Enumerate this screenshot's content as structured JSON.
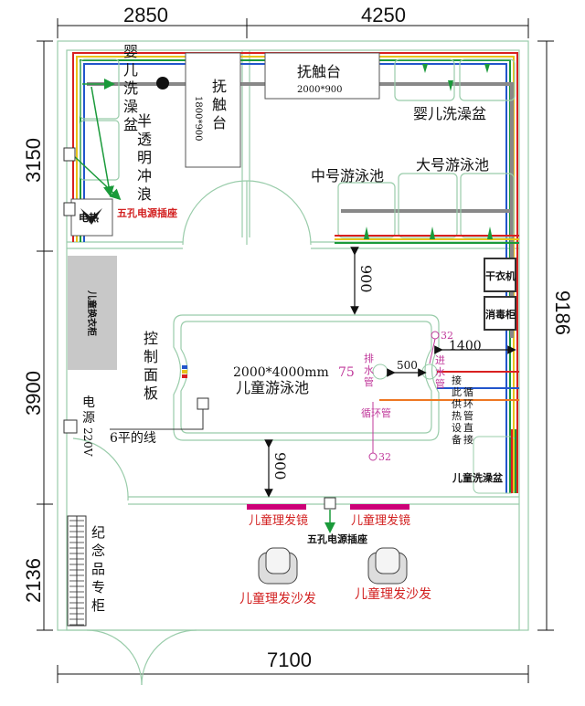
{
  "dimensions": {
    "top_left": "2850",
    "top_right": "4250",
    "left_top": "3150",
    "left_mid": "3900",
    "left_bottom": "2136",
    "right": "9186",
    "bottom": "7100",
    "gap_top": "900",
    "gap_bottom": "900",
    "pipe_span": "1400",
    "pipe_gap": "500"
  },
  "labels": {
    "baby_bath_tub_v": [
      "婴",
      "儿",
      "洗",
      "澡",
      "盆"
    ],
    "translucent_v": [
      "半",
      "透",
      "明",
      "冲",
      "浪"
    ],
    "touch_table_left_v": [
      "抚",
      "触",
      "台"
    ],
    "touch_table_left_size": "1800*900",
    "touch_table_top": "抚触台",
    "touch_table_top_size": "2000*900",
    "baby_bath_tub": "婴儿洗澡盆",
    "mid_pool": "中号游泳池",
    "large_pool": "大号游泳池",
    "electric_heater": "电热",
    "socket_top": "五孔电源插座",
    "dryer": "干衣机",
    "sterilizer": "消毒柜",
    "kids_cabinet": "儿童换衣柜",
    "control_panel_v": [
      "控",
      "制",
      "面",
      "板"
    ],
    "main_pool_size": "2000*4000mm",
    "main_pool": "儿童游泳池",
    "size_75": "75",
    "drain_pipe_v": [
      "排",
      "水",
      "管"
    ],
    "inlet_pipe_v": [
      "进",
      "水",
      "管"
    ],
    "circulation_pipe": "循环管",
    "size_32_a": "32",
    "size_32_b": "32",
    "connect_v1": [
      "接",
      "此",
      "供",
      "热",
      "设",
      "备"
    ],
    "connect_v2": [
      "循",
      "环",
      "管",
      "直",
      "接"
    ],
    "power_v": [
      "电",
      "源"
    ],
    "power_220": "220V",
    "wire_6": "6平的线",
    "child_bath": "儿童洗澡盆",
    "mirror_left": "儿童理发镜",
    "mirror_right": "儿童理发镜",
    "socket_bottom": "五孔电源插座",
    "souvenir_v": [
      "纪",
      "念",
      "品",
      "专",
      "柜"
    ],
    "sofa_left": "儿童理发沙发",
    "sofa_right": "儿童理发沙发"
  },
  "colors": {
    "wall": "#99ccaa",
    "pipe_gray": "#888888",
    "pipe_red": "#d92020",
    "pipe_blue": "#2255cc",
    "pipe_orange": "#ee7722",
    "pipe_yellow": "#e8c21a",
    "arrow_green": "#1a9a3a",
    "mirror_magenta": "#cc0077",
    "gray_block": "#c8c8c8"
  }
}
